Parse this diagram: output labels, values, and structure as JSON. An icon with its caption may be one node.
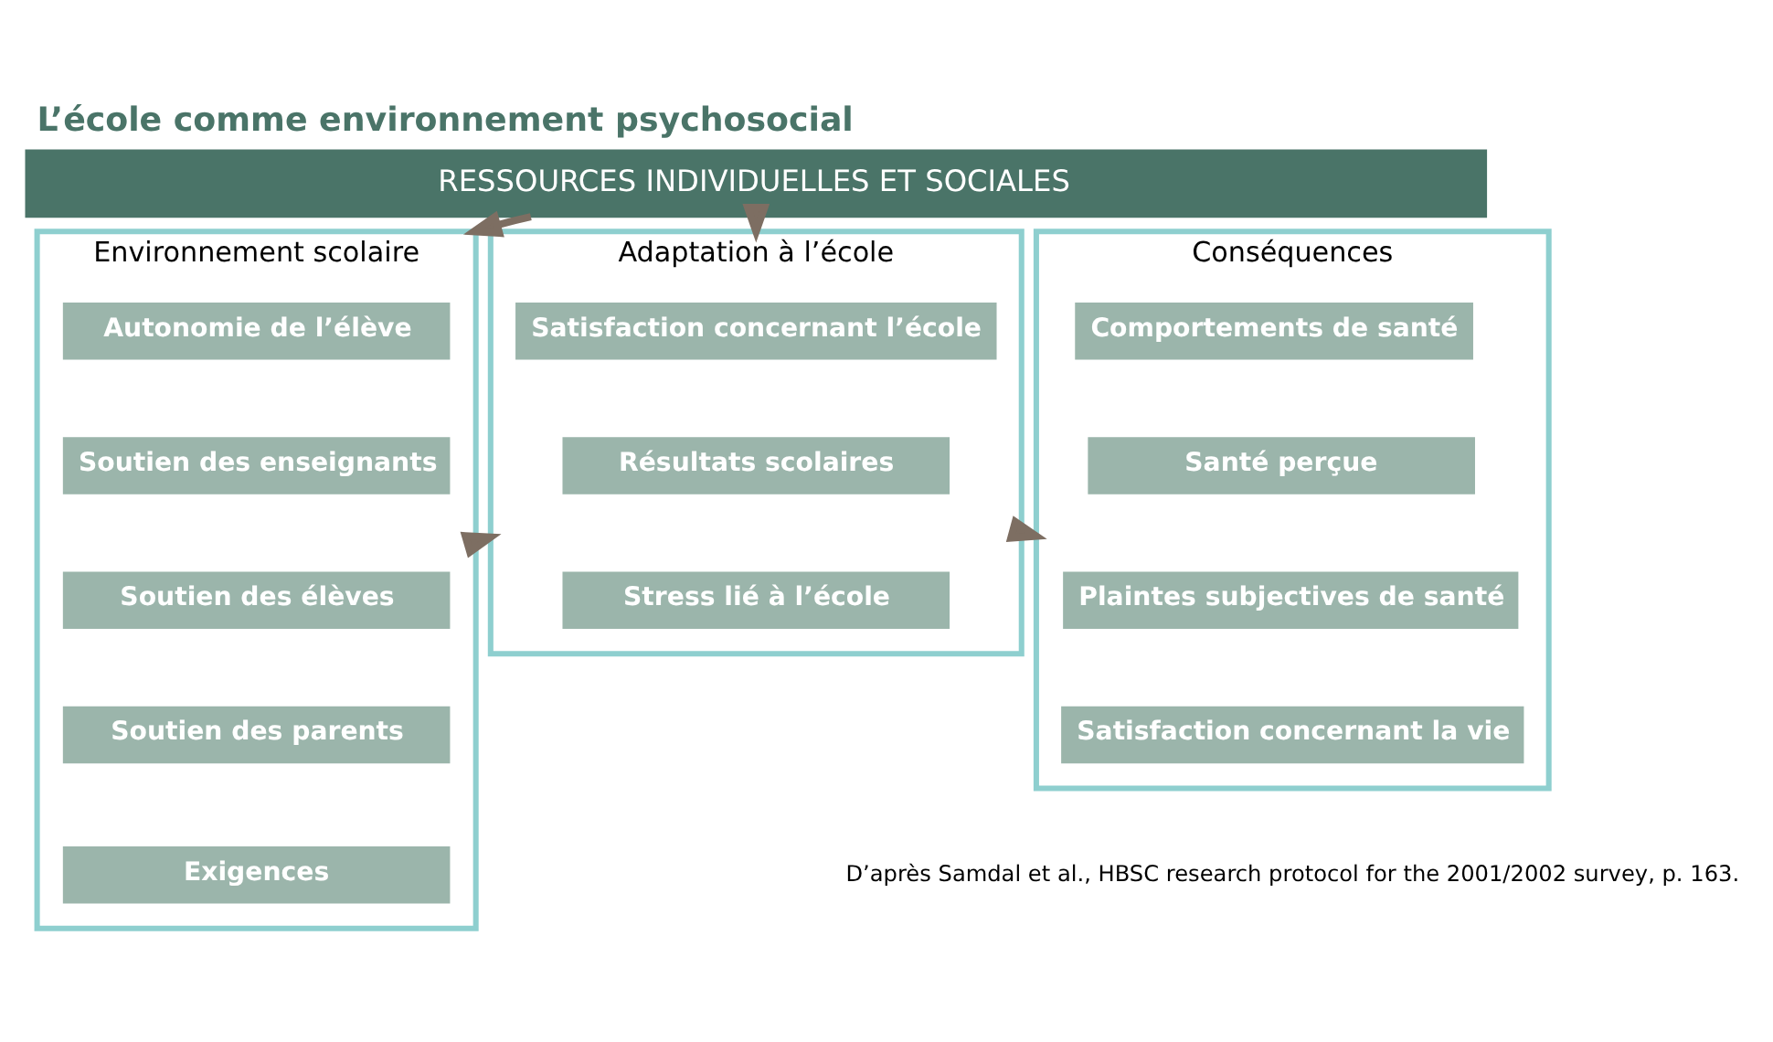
{
  "diagram": {
    "title": "L’école comme environnement psychosocial",
    "caption": "D’après Samdal et al., HBSC research protocol for the 2001/2002 survey, p. 163.",
    "nodes": [
      {
        "text": [
          "RESSOURCES INDIVIDUELLES ET SOCIALES"
        ]
      },
      {
        "text": [
          "Environnement scolaire"
        ]
      },
      {
        "text": [
          "Autonomie de l’élève"
        ],
        "in": 1
      },
      {
        "text": [
          "Soutien des enseignants"
        ],
        "in": 1
      },
      {
        "text": [
          "Soutien des élèves"
        ],
        "in": 1
      },
      {
        "text": [
          "Soutien des parents"
        ],
        "in": 1
      },
      {
        "text": [
          "Exigences"
        ],
        "in": 1
      },
      {
        "text": [
          "Adaptation à l’école"
        ]
      },
      {
        "text": [
          "Satisfaction concernant l’école"
        ],
        "in": 7
      },
      {
        "text": [
          "Résultats scolaires"
        ],
        "in": 7
      },
      {
        "text": [
          "Stress lié à l’école"
        ],
        "in": 7
      },
      {
        "text": [
          "Conséquences"
        ]
      },
      {
        "text": [
          "Comportements de santé"
        ],
        "in": 11
      },
      {
        "text": [
          "Santé perçue"
        ],
        "in": 11
      },
      {
        "text": [
          "Plaintes subjectives de santé"
        ],
        "in": 11
      },
      {
        "text": [
          "Satisfaction concernant la vie"
        ],
        "in": 11
      }
    ],
    "edges": [
      {
        "from": 0,
        "to": 1,
        "arrow": "to"
      },
      {
        "from": 0,
        "to": 7,
        "arrow": "to"
      },
      {
        "from": 1,
        "to": 7,
        "arrow": "to"
      },
      {
        "from": 7,
        "to": 11,
        "arrow": "to"
      }
    ]
  }
}
